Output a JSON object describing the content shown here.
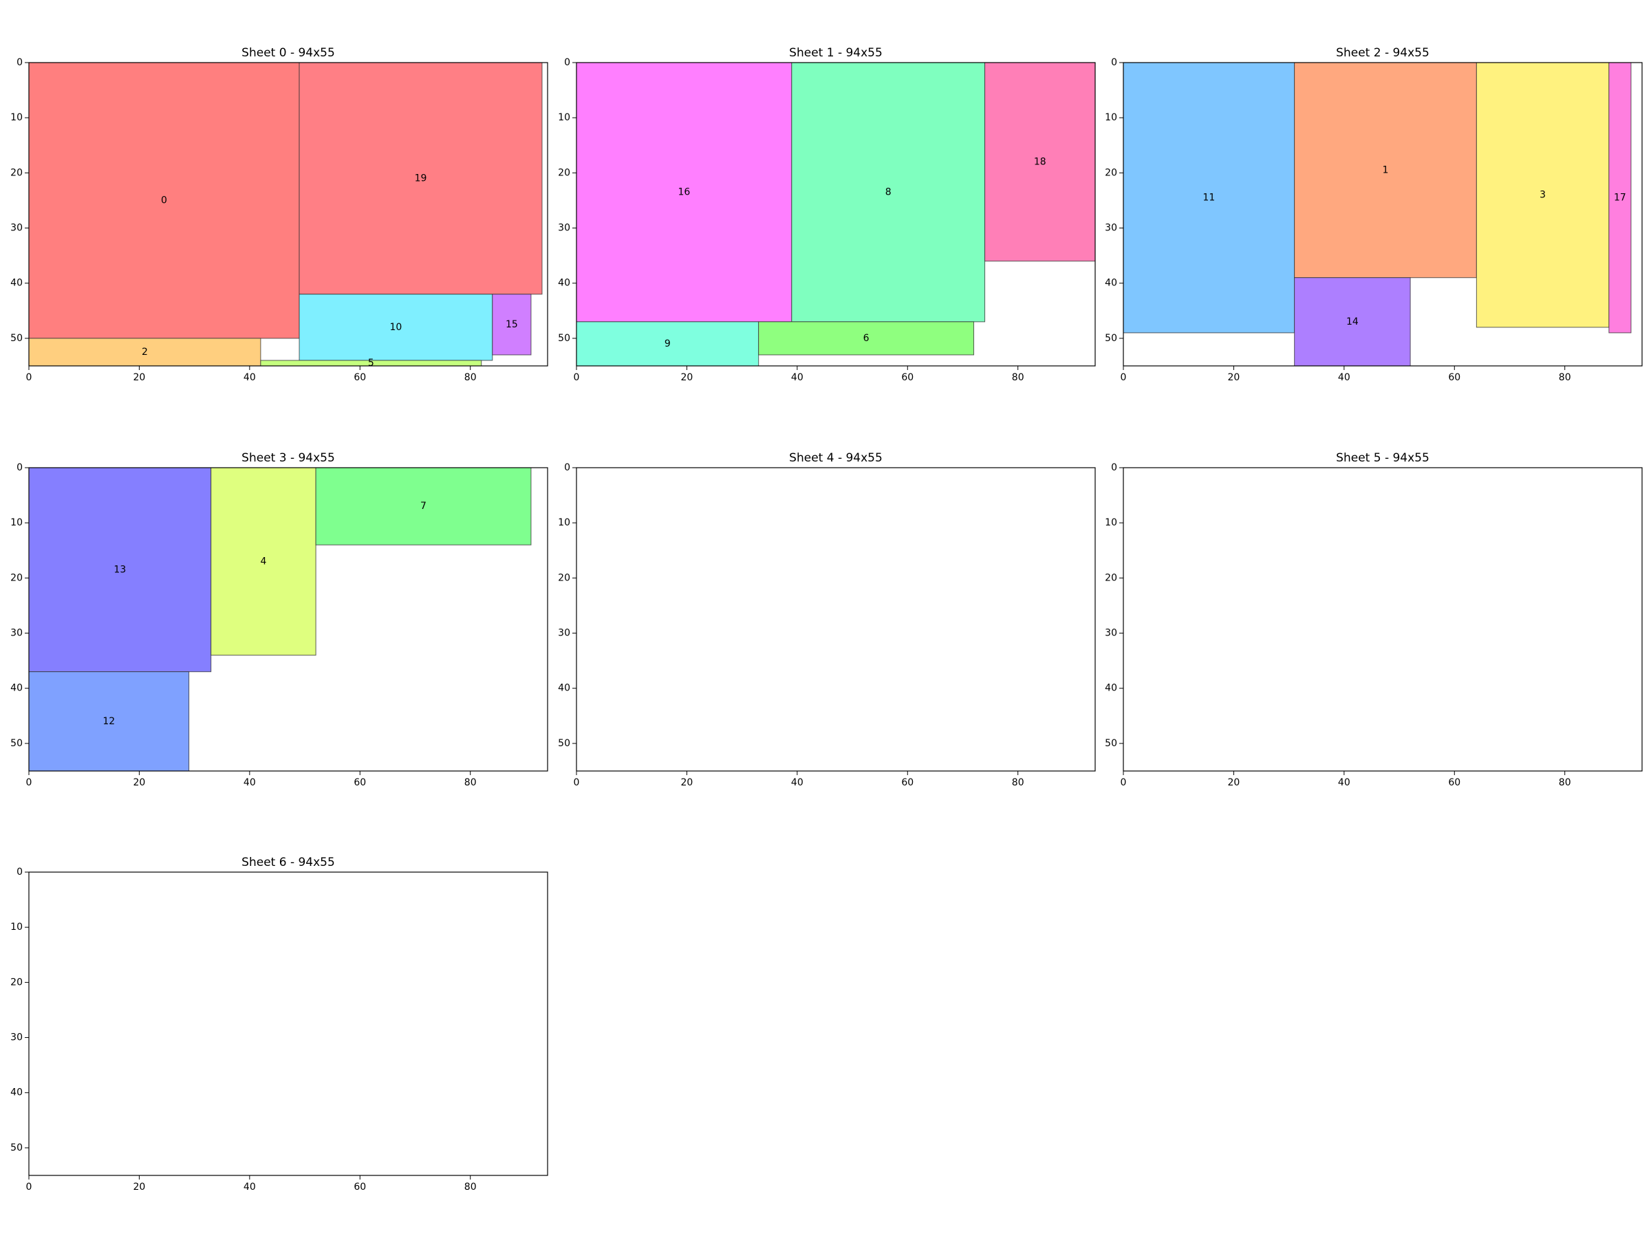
{
  "figure": {
    "background": "#ffffff"
  },
  "chart_data": [
    {
      "type": "rectangle-packing",
      "title": "Sheet 0 - 94x55",
      "xlim": [
        0,
        94
      ],
      "ylim": [
        55,
        0
      ],
      "xticks": [
        "0",
        "20",
        "40",
        "60",
        "80"
      ],
      "yticks": [
        "0",
        "10",
        "20",
        "30",
        "40",
        "50"
      ],
      "grid": false,
      "pieces": [
        {
          "id": "0",
          "x": 0,
          "y": 0,
          "w": 49,
          "h": 50,
          "color": "#ff7f7f"
        },
        {
          "id": "19",
          "x": 49,
          "y": 0,
          "w": 44,
          "h": 42,
          "color": "#ff7f85"
        },
        {
          "id": "2",
          "x": 0,
          "y": 50,
          "w": 42,
          "h": 5,
          "color": "#ffcf7f"
        },
        {
          "id": "10",
          "x": 49,
          "y": 42,
          "w": 35,
          "h": 12,
          "color": "#7fefff"
        },
        {
          "id": "15",
          "x": 84,
          "y": 42,
          "w": 7,
          "h": 11,
          "color": "#d07fff"
        },
        {
          "id": "5",
          "x": 42,
          "y": 54,
          "w": 40,
          "h": 1,
          "color": "#c5ff7f"
        }
      ]
    },
    {
      "type": "rectangle-packing",
      "title": "Sheet 1 - 94x55",
      "xlim": [
        0,
        94
      ],
      "ylim": [
        55,
        0
      ],
      "xticks": [
        "0",
        "20",
        "40",
        "60",
        "80"
      ],
      "yticks": [
        "0",
        "10",
        "20",
        "30",
        "40",
        "50"
      ],
      "grid": false,
      "pieces": [
        {
          "id": "16",
          "x": 0,
          "y": 0,
          "w": 39,
          "h": 47,
          "color": "#ff7fff"
        },
        {
          "id": "8",
          "x": 39,
          "y": 0,
          "w": 35,
          "h": 47,
          "color": "#7fffbf"
        },
        {
          "id": "18",
          "x": 74,
          "y": 0,
          "w": 20,
          "h": 36,
          "color": "#ff7fb7"
        },
        {
          "id": "9",
          "x": 0,
          "y": 47,
          "w": 33,
          "h": 8,
          "color": "#7fffdf"
        },
        {
          "id": "6",
          "x": 33,
          "y": 47,
          "w": 39,
          "h": 6,
          "color": "#8fff7f"
        }
      ]
    },
    {
      "type": "rectangle-packing",
      "title": "Sheet 2 - 94x55",
      "xlim": [
        0,
        94
      ],
      "ylim": [
        55,
        0
      ],
      "xticks": [
        "0",
        "20",
        "40",
        "60",
        "80"
      ],
      "yticks": [
        "0",
        "10",
        "20",
        "30",
        "40",
        "50"
      ],
      "grid": false,
      "pieces": [
        {
          "id": "11",
          "x": 0,
          "y": 0,
          "w": 31,
          "h": 49,
          "color": "#7fc6ff"
        },
        {
          "id": "1",
          "x": 31,
          "y": 0,
          "w": 33,
          "h": 39,
          "color": "#ffa87f"
        },
        {
          "id": "3",
          "x": 64,
          "y": 0,
          "w": 24,
          "h": 48,
          "color": "#fff27f"
        },
        {
          "id": "17",
          "x": 88,
          "y": 0,
          "w": 4,
          "h": 49,
          "color": "#ff7fdf"
        },
        {
          "id": "14",
          "x": 31,
          "y": 39,
          "w": 21,
          "h": 16,
          "color": "#ad7fff"
        }
      ]
    },
    {
      "type": "rectangle-packing",
      "title": "Sheet 3 - 94x55",
      "xlim": [
        0,
        94
      ],
      "ylim": [
        55,
        0
      ],
      "xticks": [
        "0",
        "20",
        "40",
        "60",
        "80"
      ],
      "yticks": [
        "0",
        "10",
        "20",
        "30",
        "40",
        "50"
      ],
      "grid": false,
      "pieces": [
        {
          "id": "13",
          "x": 0,
          "y": 0,
          "w": 33,
          "h": 37,
          "color": "#857fff"
        },
        {
          "id": "4",
          "x": 33,
          "y": 0,
          "w": 19,
          "h": 34,
          "color": "#dfff7f"
        },
        {
          "id": "7",
          "x": 52,
          "y": 0,
          "w": 39,
          "h": 14,
          "color": "#7fff8f"
        },
        {
          "id": "12",
          "x": 0,
          "y": 37,
          "w": 29,
          "h": 18,
          "color": "#7fa1ff"
        }
      ]
    },
    {
      "type": "rectangle-packing",
      "title": "Sheet 4 - 94x55",
      "xlim": [
        0,
        94
      ],
      "ylim": [
        55,
        0
      ],
      "xticks": [
        "0",
        "20",
        "40",
        "60",
        "80"
      ],
      "yticks": [
        "0",
        "10",
        "20",
        "30",
        "40",
        "50"
      ],
      "grid": false,
      "pieces": []
    },
    {
      "type": "rectangle-packing",
      "title": "Sheet 5 - 94x55",
      "xlim": [
        0,
        94
      ],
      "ylim": [
        55,
        0
      ],
      "xticks": [
        "0",
        "20",
        "40",
        "60",
        "80"
      ],
      "yticks": [
        "0",
        "10",
        "20",
        "30",
        "40",
        "50"
      ],
      "grid": false,
      "pieces": []
    },
    {
      "type": "rectangle-packing",
      "title": "Sheet 6 - 94x55",
      "xlim": [
        0,
        94
      ],
      "ylim": [
        55,
        0
      ],
      "xticks": [
        "0",
        "20",
        "40",
        "60",
        "80"
      ],
      "yticks": [
        "0",
        "10",
        "20",
        "30",
        "40",
        "50"
      ],
      "grid": false,
      "pieces": []
    }
  ]
}
